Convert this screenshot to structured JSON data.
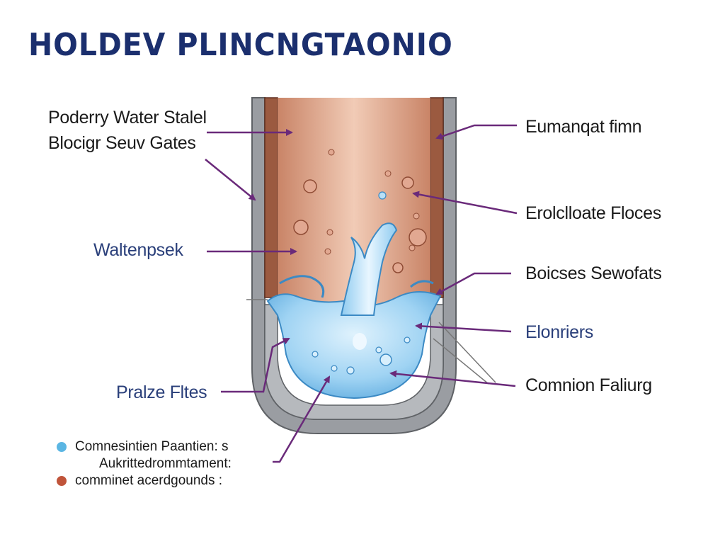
{
  "title": "HOLDEV PLINCNGTAONIO",
  "labels": {
    "left_top_line1": "Poderry  Water Stalel",
    "left_top_line2": "Blocigr Seuv Gates",
    "left_mid": "Waltenpsek",
    "left_bottom": "Pralze Fltes",
    "right_1": "Eumanqat fimn",
    "right_2": "Erolclloate Floces",
    "right_3": "Boicses Sewofats",
    "right_4": "Elonriers",
    "right_5": "Comnion Faliurg"
  },
  "legend": [
    {
      "text": "Comnesintien Paantien: s",
      "color": "#5bb6e3"
    },
    {
      "text": "Aukrittedrommtament:",
      "color": null
    },
    {
      "text": "comminet acerdgounds :",
      "color": "#c0543a"
    }
  ],
  "colors": {
    "title": "#1b2f6e",
    "arrow": "#6a2a7a",
    "pipe_outer": "#8c8f94",
    "pipe_wall": "#8b4a35",
    "sediment": "#d9a58a",
    "water": "#8fcbf0"
  }
}
